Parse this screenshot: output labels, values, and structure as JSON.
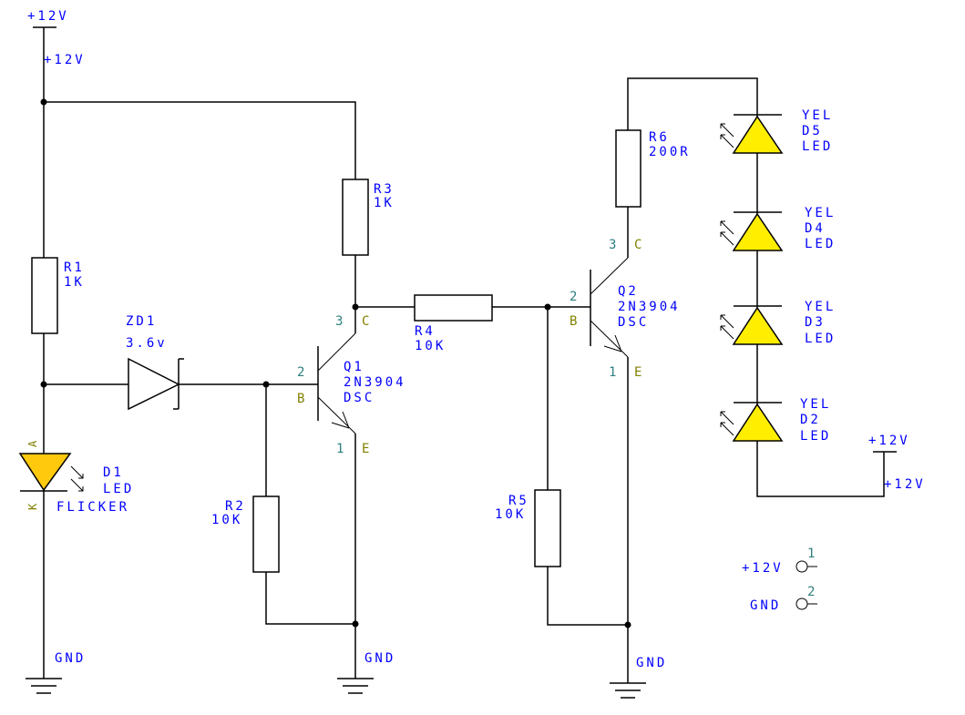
{
  "colors": {
    "label": "#0000ff",
    "pin_number": "#2f7f7f",
    "pin_name": "#808000",
    "led_d1": "#ffc90e",
    "led_yellow": "#ffee00"
  },
  "power": {
    "top_symbol": "+12V",
    "top_net": "+12V",
    "right_symbol": "+12V",
    "right_net": "+12V"
  },
  "grounds": [
    "GND",
    "GND",
    "GND"
  ],
  "R1": {
    "ref": "R1",
    "value": "1K"
  },
  "R2": {
    "ref": "R2",
    "value": "10K"
  },
  "R3": {
    "ref": "R3",
    "value": "1K"
  },
  "R4": {
    "ref": "R4",
    "value": "10K"
  },
  "R5": {
    "ref": "R5",
    "value": "10K"
  },
  "R6": {
    "ref": "R6",
    "value": "200R"
  },
  "ZD1": {
    "ref": "ZD1",
    "value": "3.6v"
  },
  "D1": {
    "ref": "D1",
    "type": "LED",
    "desc": "FLICKER",
    "pin_a": "A",
    "pin_k": "K"
  },
  "Q1": {
    "ref": "Q1",
    "part": "2N3904",
    "desc": "DSC",
    "pins": {
      "c_num": "3",
      "c": "C",
      "b_num": "2",
      "b": "B",
      "e_num": "1",
      "e": "E"
    }
  },
  "Q2": {
    "ref": "Q2",
    "part": "2N3904",
    "desc": "DSC",
    "pins": {
      "c_num": "3",
      "c": "C",
      "b_num": "2",
      "b": "B",
      "e_num": "1",
      "e": "E"
    }
  },
  "leds": [
    {
      "color": "YEL",
      "ref": "D5",
      "type": "LED"
    },
    {
      "color": "YEL",
      "ref": "D4",
      "type": "LED"
    },
    {
      "color": "YEL",
      "ref": "D3",
      "type": "LED"
    },
    {
      "color": "YEL",
      "ref": "D2",
      "type": "LED"
    }
  ],
  "connector": [
    {
      "net": "+12V",
      "pin": "1"
    },
    {
      "net": "GND",
      "pin": "2"
    }
  ]
}
